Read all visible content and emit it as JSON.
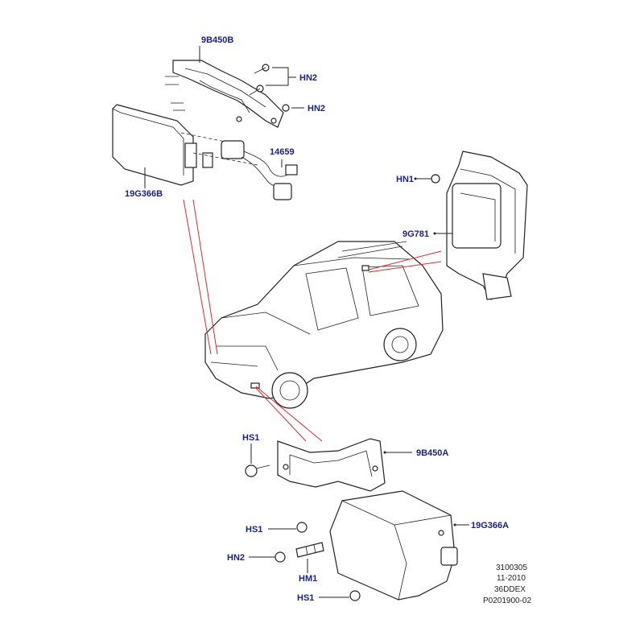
{
  "callouts": {
    "bracket_upper": "9B450B",
    "hn2_upper_a": "HN2",
    "hn2_upper_b": "HN2",
    "harness": "14659",
    "module_upper": "19G366B",
    "hn1": "HN1",
    "rcm": "9G781",
    "hs1_bracket": "HS1",
    "bracket_lower": "9B450A",
    "hs1_lower_a": "HS1",
    "module_lower": "19G366A",
    "hn2_lower": "HN2",
    "hm1": "HM1",
    "hs1_lower_b": "HS1"
  },
  "reference_block": {
    "line1": "3100305",
    "line2": "11-2010",
    "line3": "36DDEX",
    "line4": "P0201900-02"
  },
  "colors": {
    "callout_text": "#1a237e",
    "line_art": "#222222",
    "locator_lines": "#d32f2f",
    "background": "#ffffff"
  }
}
